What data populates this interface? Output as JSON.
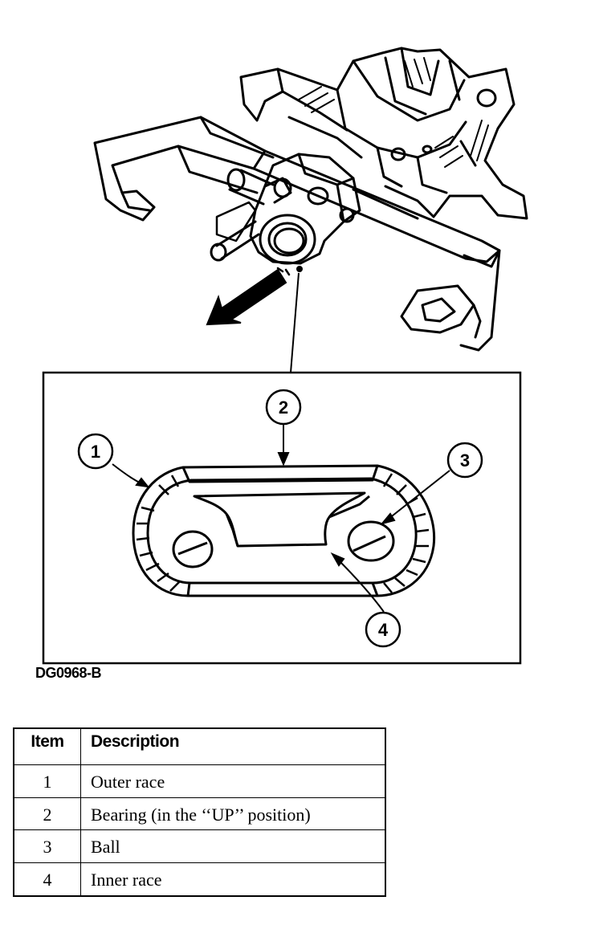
{
  "figure": {
    "code": "DG0968-B",
    "callouts": [
      "1",
      "2",
      "3",
      "4"
    ]
  },
  "legend": {
    "header_item": "Item",
    "header_description": "Description",
    "rows": [
      {
        "item": "1",
        "description": "Outer race"
      },
      {
        "item": "2",
        "description": "Bearing (in the ‘‘UP’’ position)"
      },
      {
        "item": "3",
        "description": "Ball"
      },
      {
        "item": "4",
        "description": "Inner race"
      }
    ]
  }
}
